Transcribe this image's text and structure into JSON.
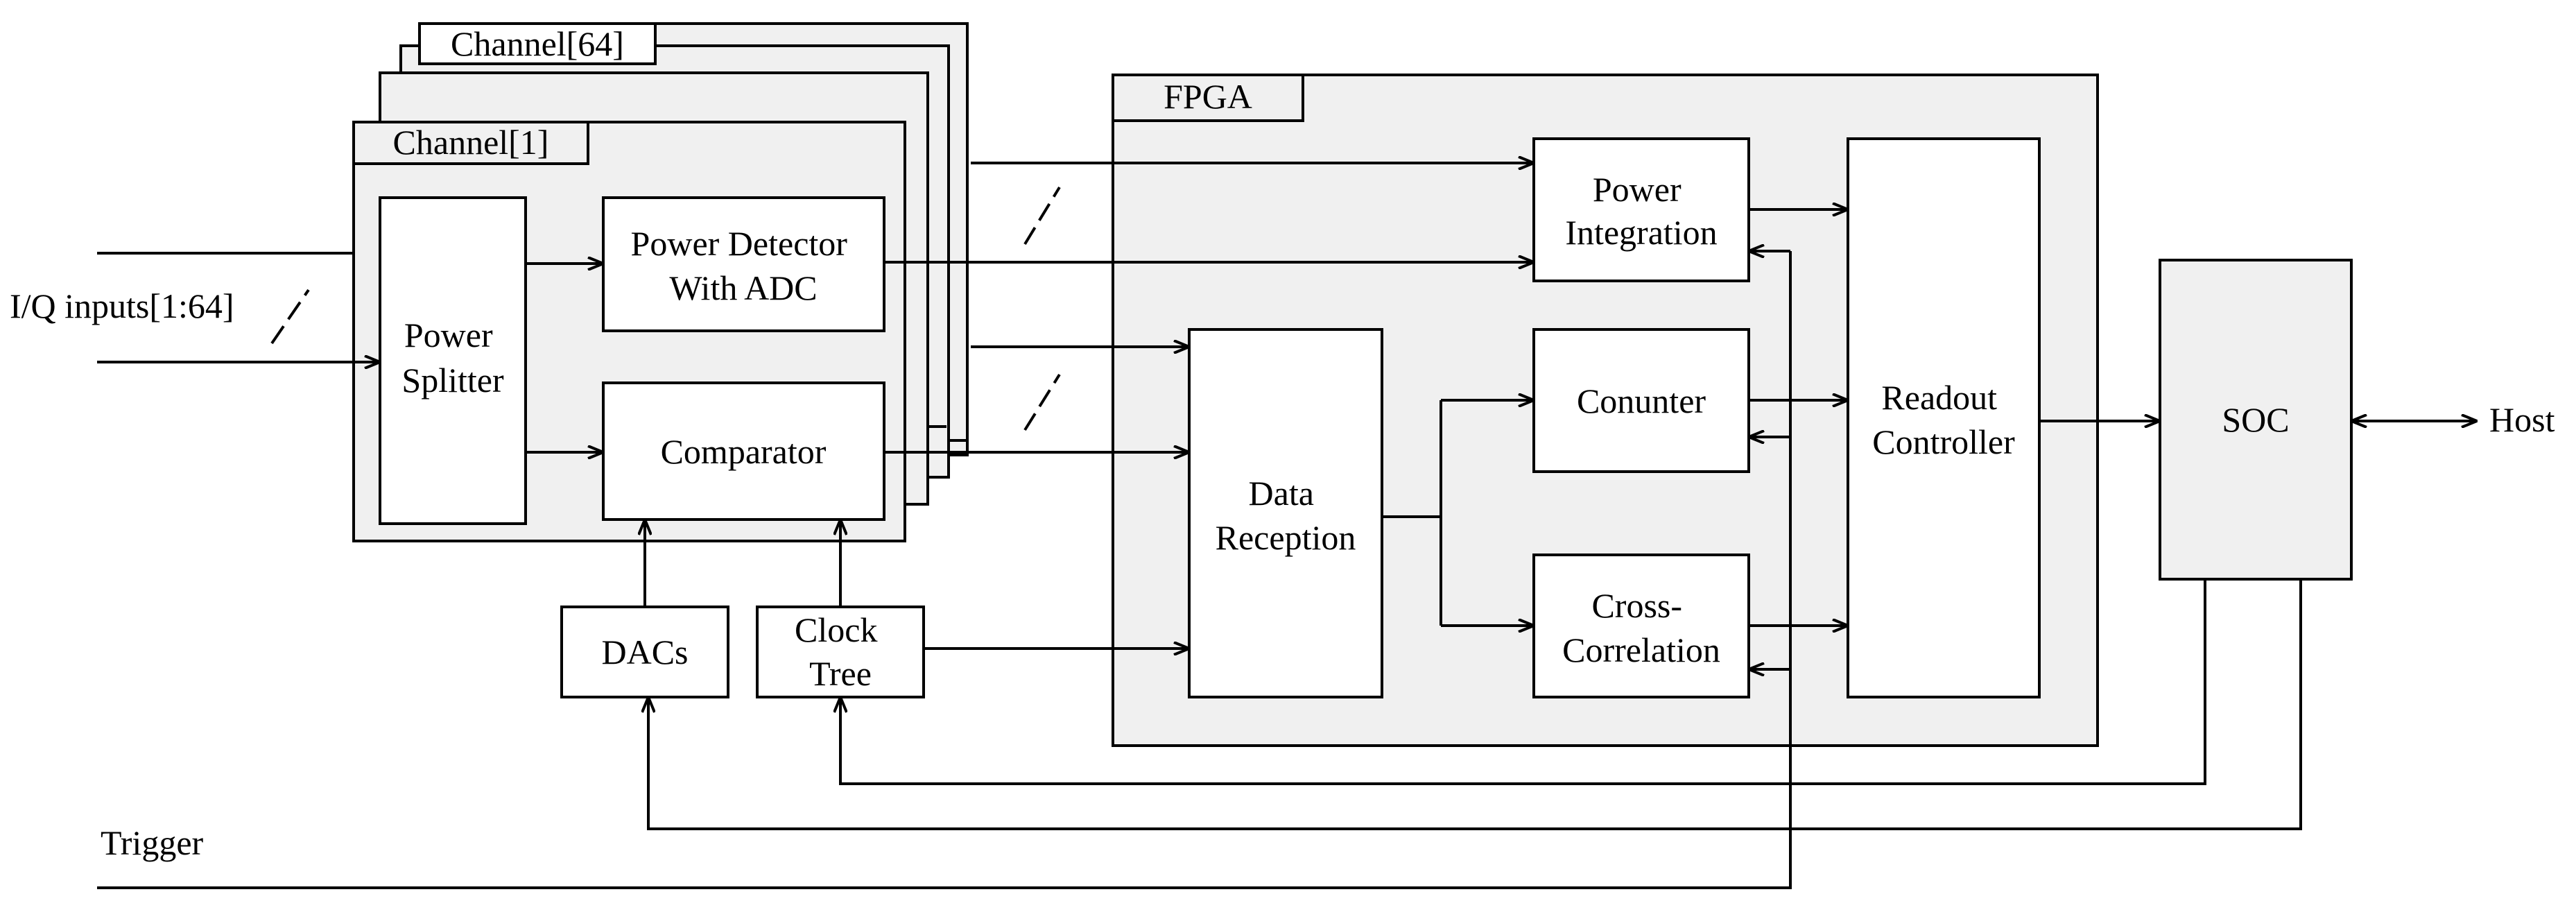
{
  "labels": {
    "channel_back": "Channel[64]",
    "channel_front": "Channel[1]",
    "fpga": "FPGA",
    "io_inputs": "I/Q inputs[1:64]",
    "trigger": "Trigger",
    "host": "Host"
  },
  "blocks": {
    "power_splitter": [
      "Power",
      "Splitter"
    ],
    "power_detector": [
      "Power Detector",
      "With ADC"
    ],
    "comparator": [
      "Comparator"
    ],
    "dacs": [
      "DACs"
    ],
    "clock_tree": [
      "Clock",
      "Tree"
    ],
    "data_reception": [
      "Data",
      "Reception"
    ],
    "power_integration": [
      "Power",
      "Integration"
    ],
    "counter": [
      "Conunter"
    ],
    "cross_correlation": [
      "Cross-",
      "Correlation"
    ],
    "readout_controller": [
      "Readout",
      "Controller"
    ],
    "soc": [
      "SOC"
    ]
  }
}
